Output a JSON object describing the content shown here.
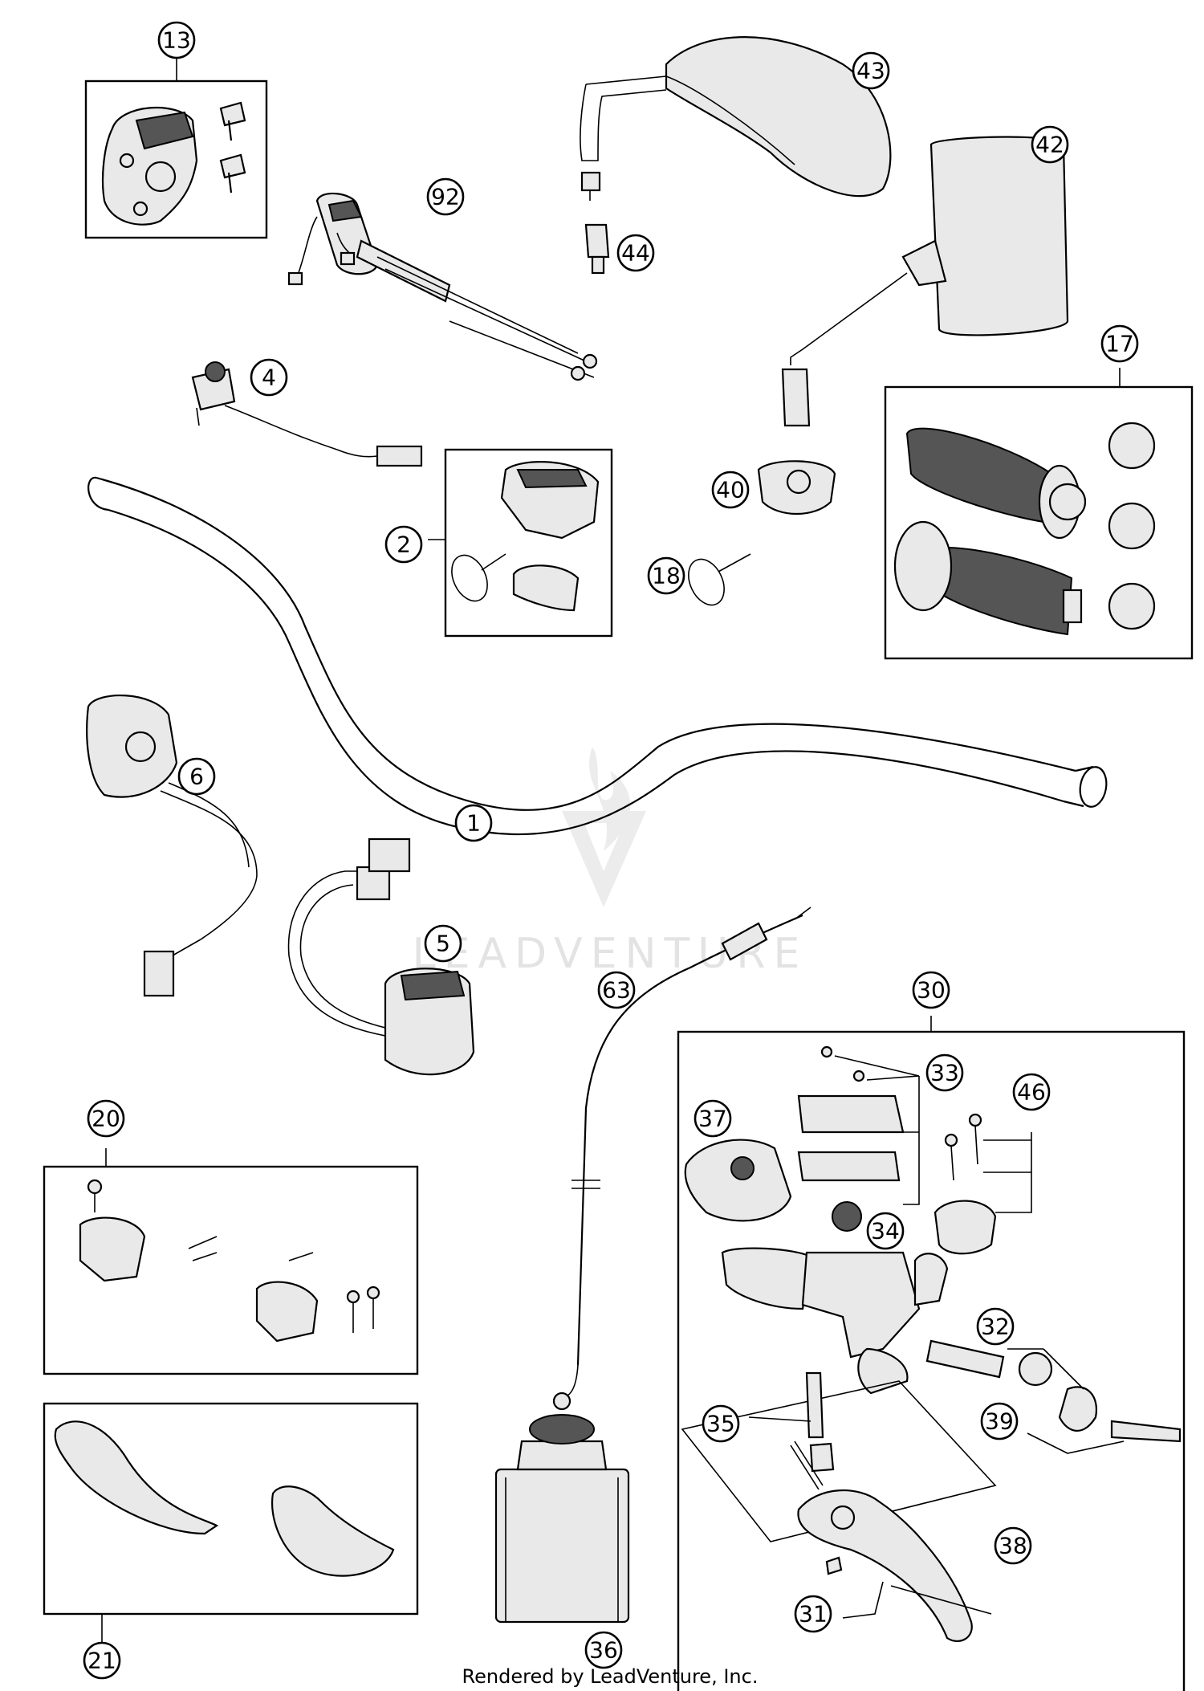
{
  "callouts": [
    {
      "id": "13",
      "label": "13"
    },
    {
      "id": "43",
      "label": "43"
    },
    {
      "id": "42",
      "label": "42"
    },
    {
      "id": "92",
      "label": "92"
    },
    {
      "id": "44",
      "label": "44"
    },
    {
      "id": "4",
      "label": "4"
    },
    {
      "id": "17",
      "label": "17"
    },
    {
      "id": "40",
      "label": "40"
    },
    {
      "id": "2",
      "label": "2"
    },
    {
      "id": "18",
      "label": "18"
    },
    {
      "id": "6",
      "label": "6"
    },
    {
      "id": "1",
      "label": "1"
    },
    {
      "id": "5",
      "label": "5"
    },
    {
      "id": "63",
      "label": "63"
    },
    {
      "id": "30",
      "label": "30"
    },
    {
      "id": "33",
      "label": "33"
    },
    {
      "id": "46",
      "label": "46"
    },
    {
      "id": "37",
      "label": "37"
    },
    {
      "id": "20",
      "label": "20"
    },
    {
      "id": "34",
      "label": "34"
    },
    {
      "id": "32",
      "label": "32"
    },
    {
      "id": "39",
      "label": "39"
    },
    {
      "id": "35",
      "label": "35"
    },
    {
      "id": "38",
      "label": "38"
    },
    {
      "id": "31",
      "label": "31"
    },
    {
      "id": "36",
      "label": "36"
    },
    {
      "id": "21",
      "label": "21"
    }
  ],
  "watermark": {
    "text": "LEADVENTURE"
  },
  "footer": {
    "text": "Rendered by LeadVenture, Inc."
  }
}
